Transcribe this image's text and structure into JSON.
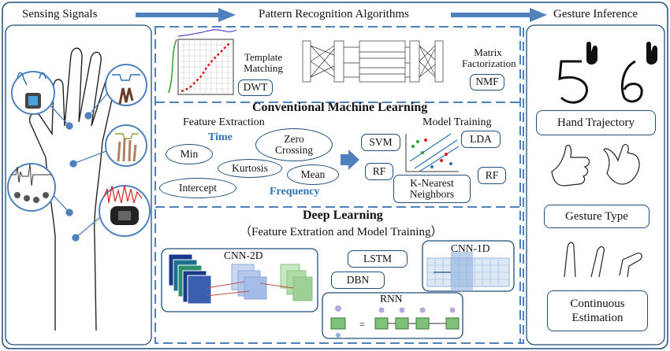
{
  "headers": {
    "sensing": "Sensing Signals",
    "pattern": "Pattern Recognition Algorithms",
    "gesture": "Gesture Inference"
  },
  "top": {
    "template_matching": "Template\nMatching",
    "dwt": "DWT",
    "matrix_factorization": "Matrix\nFactorization",
    "nmf": "NMF"
  },
  "cml": {
    "title": "Conventional Machine Learning",
    "feature_extraction": "Feature Extraction",
    "time": "Time",
    "frequency": "Frequency",
    "features": [
      "Min",
      "Zero\nCrossing",
      "Kurtosis",
      "Mean",
      "Intercept"
    ],
    "model_training": "Model Training",
    "models": [
      "SVM",
      "LDA",
      "RF",
      "RF",
      "K-Nearest\nNeighbors"
    ]
  },
  "dl": {
    "title": "Deep Learning",
    "subtitle": "（Feature Extration and Model Training）",
    "models": [
      "CNN-2D",
      "LSTM",
      "DBN",
      "CNN-1D",
      "RNN"
    ]
  },
  "outputs": [
    "Hand Trajectory",
    "Gesture Type",
    "Continuous\nEstimation"
  ],
  "colors": {
    "accent": "#2e75b6",
    "border": "#1f4e79",
    "dash": "#4f81bd"
  }
}
